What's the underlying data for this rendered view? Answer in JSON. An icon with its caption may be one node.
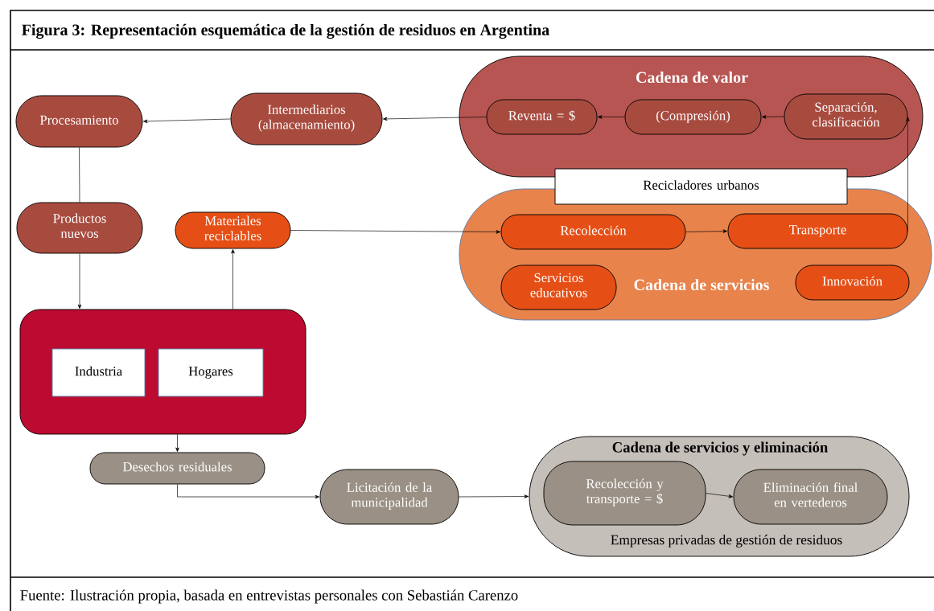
{
  "diagram": {
    "title": "Figura 3: Representación esquemática de la gestión de residuos en Argentina",
    "caption": "Fuente: Ilustración propia, basada en entrevistas personales con Sebastián Carenzo",
    "nodes": [
      {
        "text": [
          "Cadena de valor"
        ]
      },
      {
        "text": [
          "Reventa = $"
        ],
        "in": 0
      },
      {
        "text": [
          "(Compresión)"
        ],
        "in": 0
      },
      {
        "text": [
          "Separación, clasificación"
        ],
        "in": 0
      },
      {
        "text": [
          "Cadena de servicios"
        ]
      },
      {
        "text": [
          "Recolección"
        ],
        "in": 4
      },
      {
        "text": [
          "Transporte"
        ],
        "in": 4
      },
      {
        "text": [
          "Servicios educativos"
        ],
        "in": 4
      },
      {
        "text": [
          "Innovación"
        ],
        "in": 4
      },
      {
        "text": [
          "Recicladores urbanos"
        ]
      },
      {
        "text": [
          "Intermediarios (almacenamiento)"
        ]
      },
      {
        "text": [
          "Procesamiento"
        ]
      },
      {
        "text": [
          "Productos nuevos"
        ]
      },
      {
        "text": [
          "Materiales reciclables"
        ]
      },
      {
        "text": [],
        "shape": "box"
      },
      {
        "text": [
          "Industria"
        ],
        "in": 14
      },
      {
        "text": [
          "Hogares"
        ],
        "in": 14
      },
      {
        "text": [
          "Desechos residuales"
        ]
      },
      {
        "text": [
          "Licitación de la municipalidad"
        ]
      },
      {
        "text": [
          "Cadena de servicios y eliminación",
          "Empresas privadas de gestión de residuos"
        ]
      },
      {
        "text": [
          "Recolección y transporte = $"
        ],
        "in": 19
      },
      {
        "text": [
          "Eliminación final en vertederos"
        ],
        "in": 19
      }
    ],
    "edges": [
      {
        "from": 3,
        "to": 2,
        "arrow": "to"
      },
      {
        "from": 2,
        "to": 1,
        "arrow": "to"
      },
      {
        "from": 1,
        "to": 10,
        "arrow": "to"
      },
      {
        "from": 10,
        "to": 11,
        "arrow": "to"
      },
      {
        "from": 11,
        "to": 12,
        "arrow": "none"
      },
      {
        "from": 12,
        "to": 14,
        "arrow": "to"
      },
      {
        "from": 14,
        "to": 13,
        "arrow": "to"
      },
      {
        "from": 13,
        "to": 5,
        "arrow": "to"
      },
      {
        "from": 5,
        "to": 6,
        "arrow": "to"
      },
      {
        "from": 6,
        "to": 3,
        "arrow": "to"
      },
      {
        "from": 14,
        "to": 17,
        "arrow": "to"
      },
      {
        "from": 17,
        "to": 18,
        "arrow": "to"
      },
      {
        "from": 18,
        "to": 19,
        "arrow": "to"
      },
      {
        "from": 20,
        "to": 21,
        "arrow": "to"
      }
    ]
  }
}
